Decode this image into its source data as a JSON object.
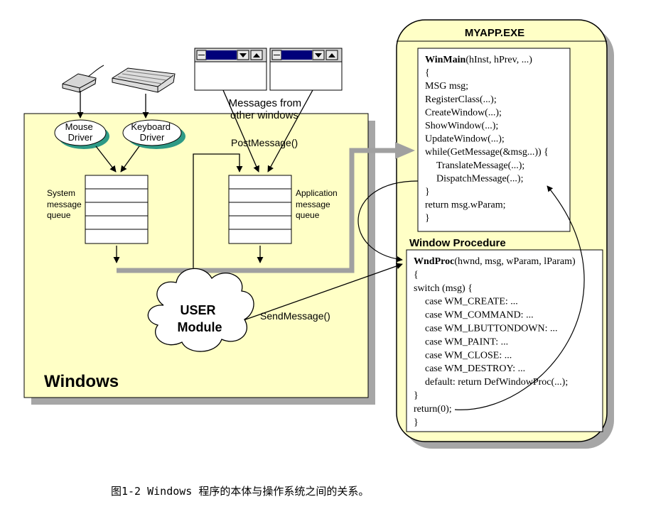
{
  "myapp": {
    "title": "MYAPP.EXE",
    "winmain_lines": [
      "WinMain(hInst, hPrev, ...)",
      "{",
      "MSG  msg;",
      "RegisterClass(...);",
      "CreateWindow(...);",
      "ShowWindow(...);",
      "UpdateWindow(...);",
      "while(GetMessage(&msg...)) {",
      "TranslateMessage(...);",
      "DispatchMessage(...);",
      "}",
      "return msg.wParam;",
      "}"
    ],
    "wndproc_title": "Window  Procedure",
    "wndproc_lines": [
      "WndProc(hwnd, msg, wParam, lParam)",
      "{",
      "switch (msg) {",
      "case WM_CREATE:  ...",
      "case WM_COMMAND: ...",
      "case WM_LBUTTONDOWN: ...",
      "case WM_PAINT:  ...",
      "case WM_CLOSE:  ...",
      "case WM_DESTROY:  ...",
      "default: return DefWindowProc(...);",
      "}",
      "return(0);",
      "}"
    ]
  },
  "windows": {
    "label": "Windows",
    "mouse_driver": [
      "Mouse",
      "Driver"
    ],
    "keyboard_driver": [
      "Keyboard",
      "Driver"
    ],
    "system_queue_label": [
      "System",
      "message",
      "queue"
    ],
    "app_queue_label": [
      "Application",
      "message",
      "queue"
    ],
    "user_module": [
      "USER",
      "Module"
    ],
    "post_message": "PostMessage()",
    "send_message": "SendMessage()",
    "messages_from": [
      "Messages from",
      "other windows"
    ]
  },
  "caption": "图1-2 Windows 程序的本体与操作系统之间的关系。"
}
